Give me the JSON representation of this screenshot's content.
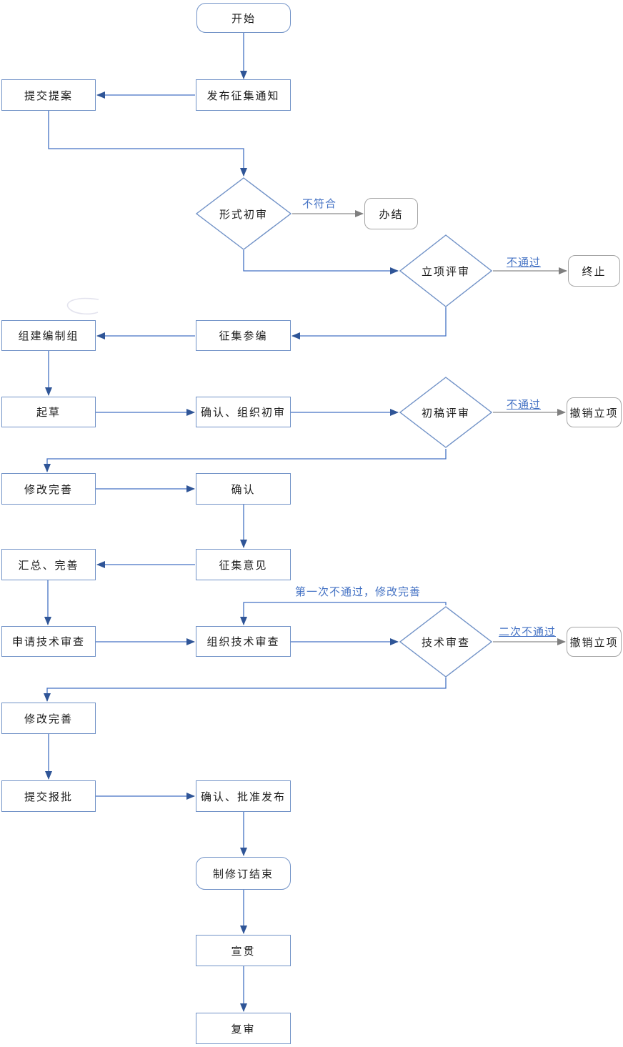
{
  "nodes": {
    "start": "开始",
    "publish_notice": "发布征集通知",
    "submit_proposal": "提交提案",
    "format_review": "形式初审",
    "close_case": "办结",
    "project_review": "立项评审",
    "terminate": "终止",
    "collect_participants": "征集参编",
    "form_group": "组建编制组",
    "draft": "起草",
    "confirm_org_review": "确认、组织初审",
    "first_draft_review": "初稿评审",
    "cancel_project_1": "撤销立项",
    "revise_improve_1": "修改完善",
    "confirm": "确认",
    "collect_opinions": "征集意见",
    "summarize_improve": "汇总、完善",
    "apply_tech_review": "申请技术审查",
    "organize_tech_review": "组织技术审查",
    "tech_review": "技术审查",
    "cancel_project_2": "撤销立项",
    "revise_improve_2": "修改完善",
    "submit_approval": "提交报批",
    "confirm_approve_publish": "确认、批准发布",
    "revision_end": "制修订结束",
    "promote": "宣贯",
    "final_review": "复审"
  },
  "edge_labels": {
    "not_conform": "不符合",
    "not_pass_project": "不通过",
    "not_pass_draft": "不通过",
    "first_fail": "第一次不通过，修改完善",
    "second_fail": "二次不通过"
  },
  "colors": {
    "line_blue": "#4472c4",
    "arrowhead_blue": "#2f5597",
    "box_border_blue": "#7192c7",
    "gray_border": "#a6a6a6",
    "gray_line": "#8c8c8c",
    "label_blue": "#4472c4",
    "text": "#1a1a1a",
    "background": "#ffffff"
  }
}
